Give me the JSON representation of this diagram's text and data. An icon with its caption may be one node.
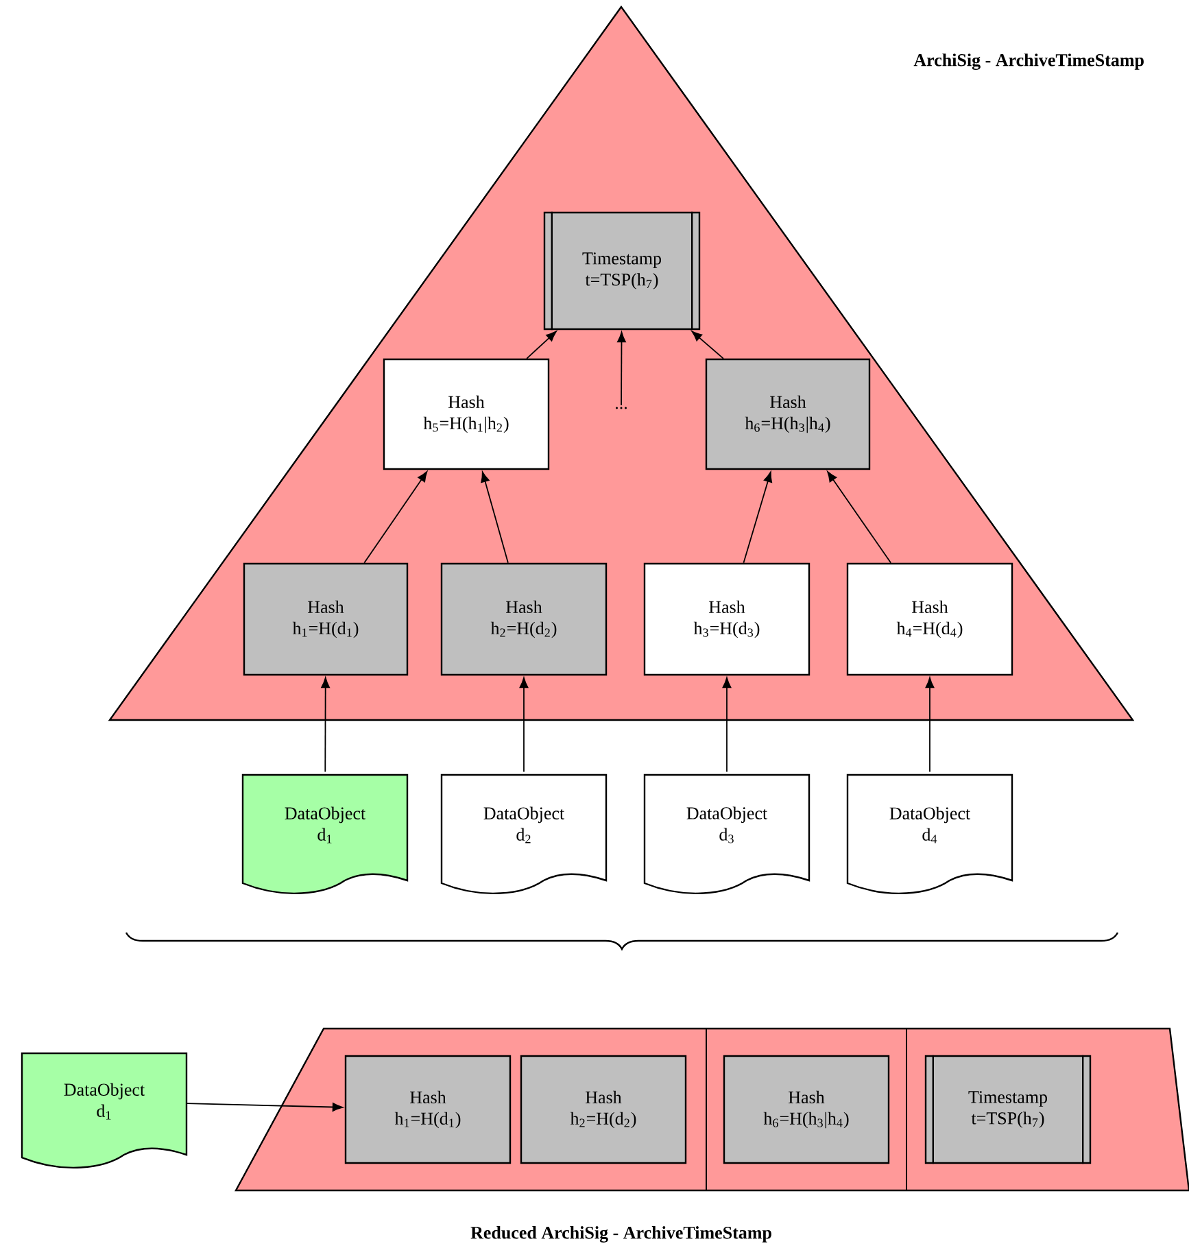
{
  "diagram": {
    "nodes": [
      {
        "text": [
          "ArchiSig - ArchiveTimeStamp"
        ]
      },
      {
        "text": [
          "Timestamp",
          "t=TSP(h$_{7}$)"
        ],
        "in": 0
      },
      {
        "text": [
          "Hash",
          "h$_{5}$=H(h$_{1}$|h$_{2}$)"
        ],
        "in": 0
      },
      {
        "text": [
          "..."
        ],
        "in": 0
      },
      {
        "text": [
          "Hash",
          "h$_{6}$=H(h$_{3}$|h$_{4}$)"
        ],
        "in": 0
      },
      {
        "text": [
          "Hash",
          "h$_{1}$=H(d$_{1}$)"
        ],
        "in": 0
      },
      {
        "text": [
          "Hash",
          "h$_{2}$=H(d$_{2}$)"
        ],
        "in": 0
      },
      {
        "text": [
          "Hash",
          "h$_{3}$=H(d$_{3}$)"
        ],
        "in": 0
      },
      {
        "text": [
          "Hash",
          "h$_{4}$=H(d$_{4}$)"
        ],
        "in": 0
      },
      {
        "text": [
          "DataObject",
          "d$_{1}$"
        ]
      },
      {
        "text": [
          "DataObject",
          "d$_{2}$"
        ]
      },
      {
        "text": [
          "DataObject",
          "d$_{3}$"
        ]
      },
      {
        "text": [
          "DataObject",
          "d$_{4}$"
        ]
      },
      {
        "text": [
          "Reduced ArchiSig - ArchiveTimeStamp"
        ]
      },
      {
        "text": [
          "Hash",
          "h$_{1}$=H(d$_{1}$)"
        ],
        "in": 13
      },
      {
        "text": [
          "Hash",
          "h$_{2}$=H(d$_{2}$)"
        ],
        "in": 13
      },
      {
        "text": [
          "Hash",
          "h$_{6}$=H(h$_{3}$|h$_{4}$)"
        ],
        "in": 13
      },
      {
        "text": [
          "Timestamp",
          "t=TSP(h$_{7}$)"
        ],
        "in": 13
      },
      {
        "text": [
          "DataObject",
          "d$_{1}$"
        ]
      }
    ],
    "edges": [
      {
        "from": 2,
        "to": 1,
        "arrow": "to"
      },
      {
        "from": 3,
        "to": 1,
        "arrow": "to"
      },
      {
        "from": 4,
        "to": 1,
        "arrow": "to"
      },
      {
        "from": 5,
        "to": 2,
        "arrow": "to"
      },
      {
        "from": 6,
        "to": 2,
        "arrow": "to"
      },
      {
        "from": 7,
        "to": 4,
        "arrow": "to"
      },
      {
        "from": 8,
        "to": 4,
        "arrow": "to"
      },
      {
        "from": 9,
        "to": 5,
        "arrow": "to"
      },
      {
        "from": 10,
        "to": 6,
        "arrow": "to"
      },
      {
        "from": 11,
        "to": 7,
        "arrow": "to"
      },
      {
        "from": 12,
        "to": 8,
        "arrow": "to"
      },
      {
        "from": 18,
        "to": 14,
        "arrow": "to"
      }
    ]
  }
}
